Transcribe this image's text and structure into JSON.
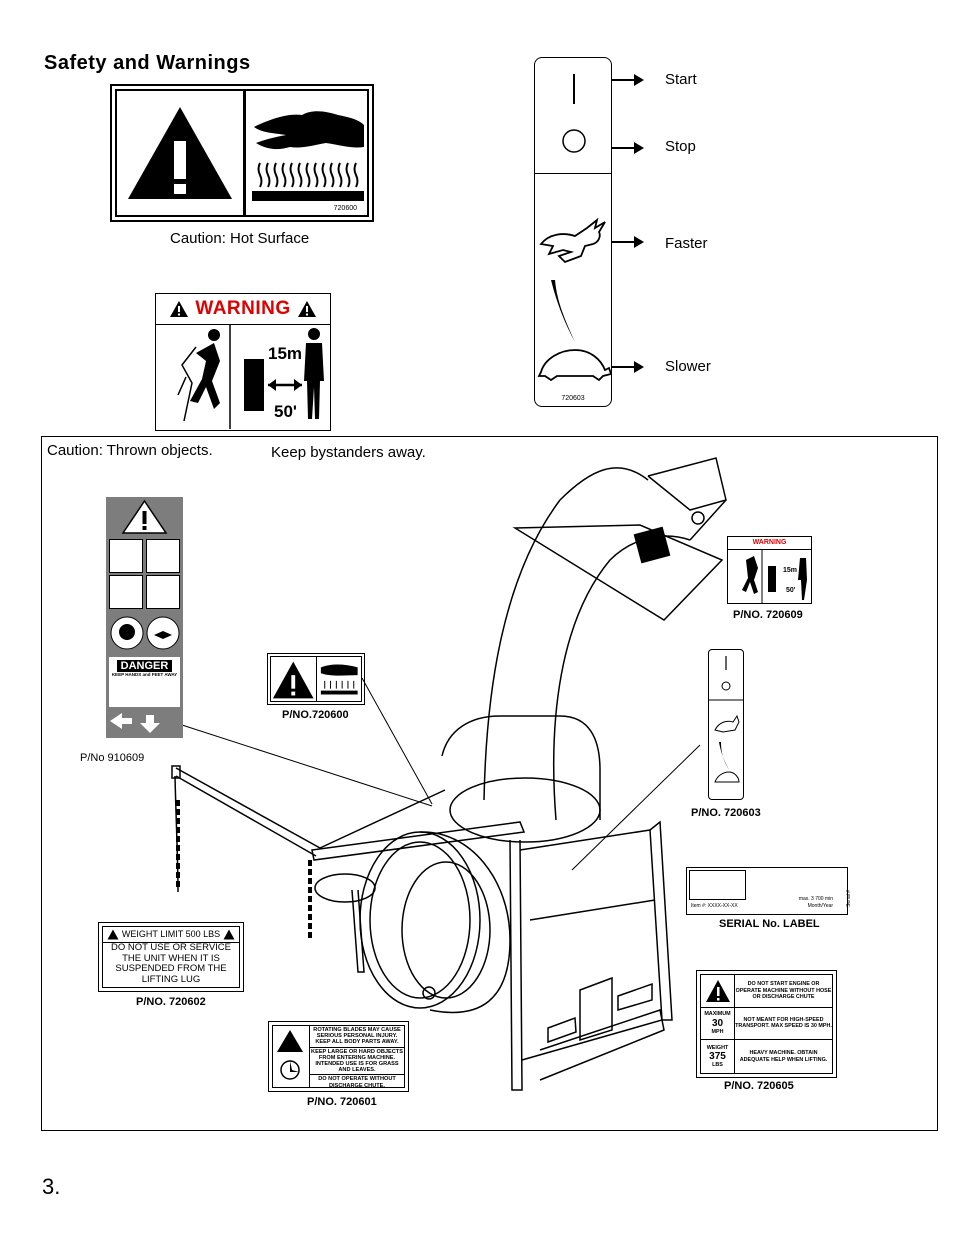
{
  "page": {
    "title": "Safety and Warnings",
    "page_number": "3."
  },
  "decals": {
    "hot_surface": {
      "part_no": "720600",
      "caption": "Caution: Hot Surface"
    },
    "thrown_objects": {
      "header": "WARNING",
      "distance_m": "15m",
      "distance_ft": "50'",
      "caption_left": "Caution: Thrown objects.",
      "caption_right": "Keep bystanders away."
    },
    "controls": {
      "part_no": "720603",
      "start": "Start",
      "stop": "Stop",
      "faster": "Faster",
      "slower": "Slower"
    }
  },
  "diagram": {
    "gray_decal": {
      "part_no": "P/No 910609",
      "danger": "DANGER",
      "keep_hands": "KEEP HANDS and FEET AWAY"
    },
    "label_720609": {
      "part_no": "P/NO. 720609",
      "header": "WARNING",
      "distance_m": "15m",
      "distance_ft": "50'"
    },
    "label_720600": {
      "part_no": "P/NO.720600"
    },
    "label_720603": {
      "part_no": "P/NO. 720603"
    },
    "serial_label": {
      "part_no": "SERIAL No. LABEL",
      "max_speed": "max. 3 700 min",
      "item": "Item #: XXXX-XX-XX",
      "month_year": "Month/Year",
      "serial": "Serial #"
    },
    "label_720602": {
      "part_no": "P/NO. 720602",
      "header": "WEIGHT LIMIT 500 LBS",
      "text_lines": [
        "DO NOT USE OR SERVICE",
        "THE UNIT WHEN IT IS",
        "SUSPENDED FROM THE",
        "LIFTING LUG"
      ]
    },
    "label_720601": {
      "part_no": "P/NO. 720601",
      "text_blocks": [
        "ROTATING BLADES MAY CAUSE SERIOUS PERSONAL INJURY. KEEP ALL BODY PARTS AWAY.",
        "KEEP LARGE OR HARD OBJECTS FROM ENTERING MACHINE. INTENDED USE IS FOR GRASS AND LEAVES.",
        "DO NOT OPERATE WITHOUT DISCHARGE CHUTE."
      ]
    },
    "label_720605": {
      "part_no": "P/NO. 720605",
      "row1": "DO NOT START ENGINE OR OPERATE MACHINE WITHOUT HOSE OR DISCHARGE CHUTE",
      "maximum": "MAXIMUM",
      "speed": "30",
      "mph": "MPH",
      "row2": "NOT MEANT FOR HIGH-SPEED TRANSPORT. MAX SPEED IS 30 MPH.",
      "weight": "WEIGHT",
      "weight_value": "375",
      "lbs": "LBS",
      "row3": "HEAVY MACHINE. OBTAIN ADEQUATE HELP WHEN LIFTING."
    }
  }
}
